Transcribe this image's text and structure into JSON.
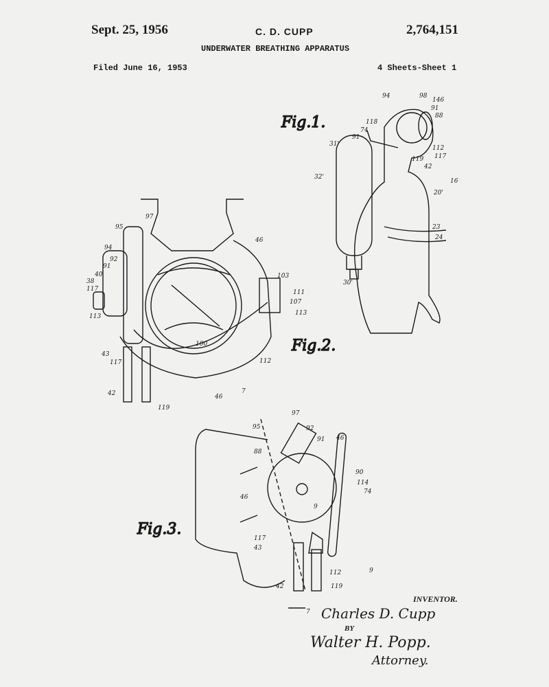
{
  "header": {
    "date": "Sept. 25, 1956",
    "inventor_name": "C. D. CUPP",
    "patent_number": "2,764,151",
    "title": "UNDERWATER BREATHING APPARATUS",
    "filed": "Filed June 16, 1953",
    "sheets": "4 Sheets-Sheet 1"
  },
  "figures": {
    "fig1": "Fig.1.",
    "fig2": "Fig.2.",
    "fig3": "Fig.3."
  },
  "fig1_numerals": [
    "94",
    "98",
    "146",
    "91",
    "88",
    "118",
    "74",
    "91",
    "31'",
    "112",
    "117",
    "119",
    "42",
    "16",
    "32'",
    "20'",
    "23",
    "24",
    "30'"
  ],
  "fig2_numerals": [
    "97",
    "95",
    "94",
    "92",
    "91",
    "40",
    "38",
    "117",
    "113",
    "46",
    "103",
    "111",
    "107",
    "113",
    "100",
    "112",
    "43",
    "117",
    "42",
    "46",
    "119"
  ],
  "fig3_numerals": [
    "7",
    "97",
    "95",
    "92",
    "91",
    "46",
    "88",
    "90",
    "114",
    "74",
    "46",
    "9",
    "117",
    "43",
    "112",
    "119",
    "42",
    "9",
    "7"
  ],
  "signature": {
    "inventor_label": "INVENTOR.",
    "inventor_signature": "Charles D. Cupp",
    "by": "BY",
    "attorney_signature": "Walter H. Popp.",
    "attorney_label": "Attorney."
  },
  "colors": {
    "paper": "#f1f1f0",
    "ink": "#1a1a1a"
  }
}
